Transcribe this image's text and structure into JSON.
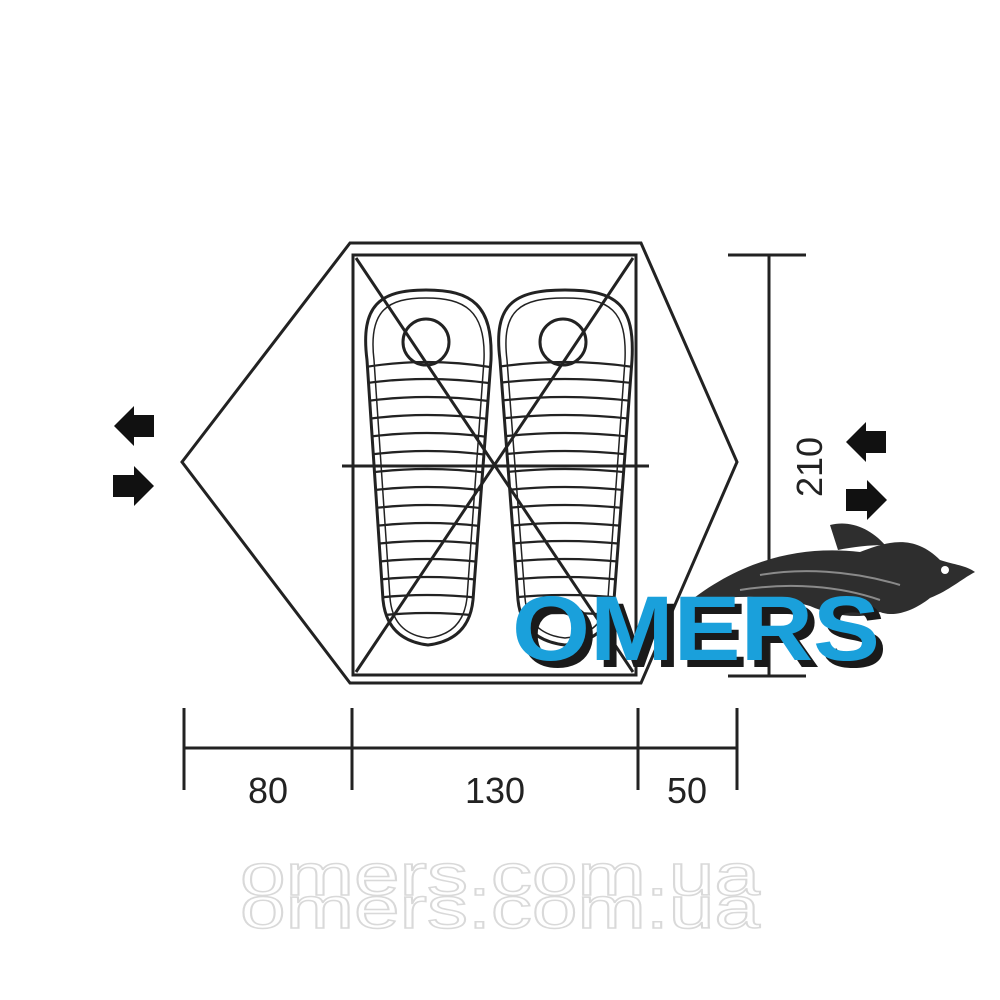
{
  "diagram": {
    "kind": "tent-floor-plan",
    "colors": {
      "line": "#222222",
      "arrow": "#111111",
      "brand_blue": "#1aa0db",
      "brand_dark": "#1a1a1a",
      "fish": "#2e2e2e",
      "watermark": "#d9d9d9"
    },
    "sleeping_bags": 2,
    "entrances": [
      {
        "side": "left",
        "icons": [
          "arrow-in-icon",
          "arrow-out-icon"
        ]
      },
      {
        "side": "right",
        "icons": [
          "arrow-in-icon",
          "arrow-out-icon"
        ]
      }
    ],
    "dimensions": {
      "height": "210",
      "widths": [
        "80",
        "130",
        "50"
      ]
    }
  },
  "brand": {
    "logo_text": "OMERS",
    "logo_icon": "fish-icon"
  },
  "watermark": {
    "text": "omers.com.ua"
  }
}
